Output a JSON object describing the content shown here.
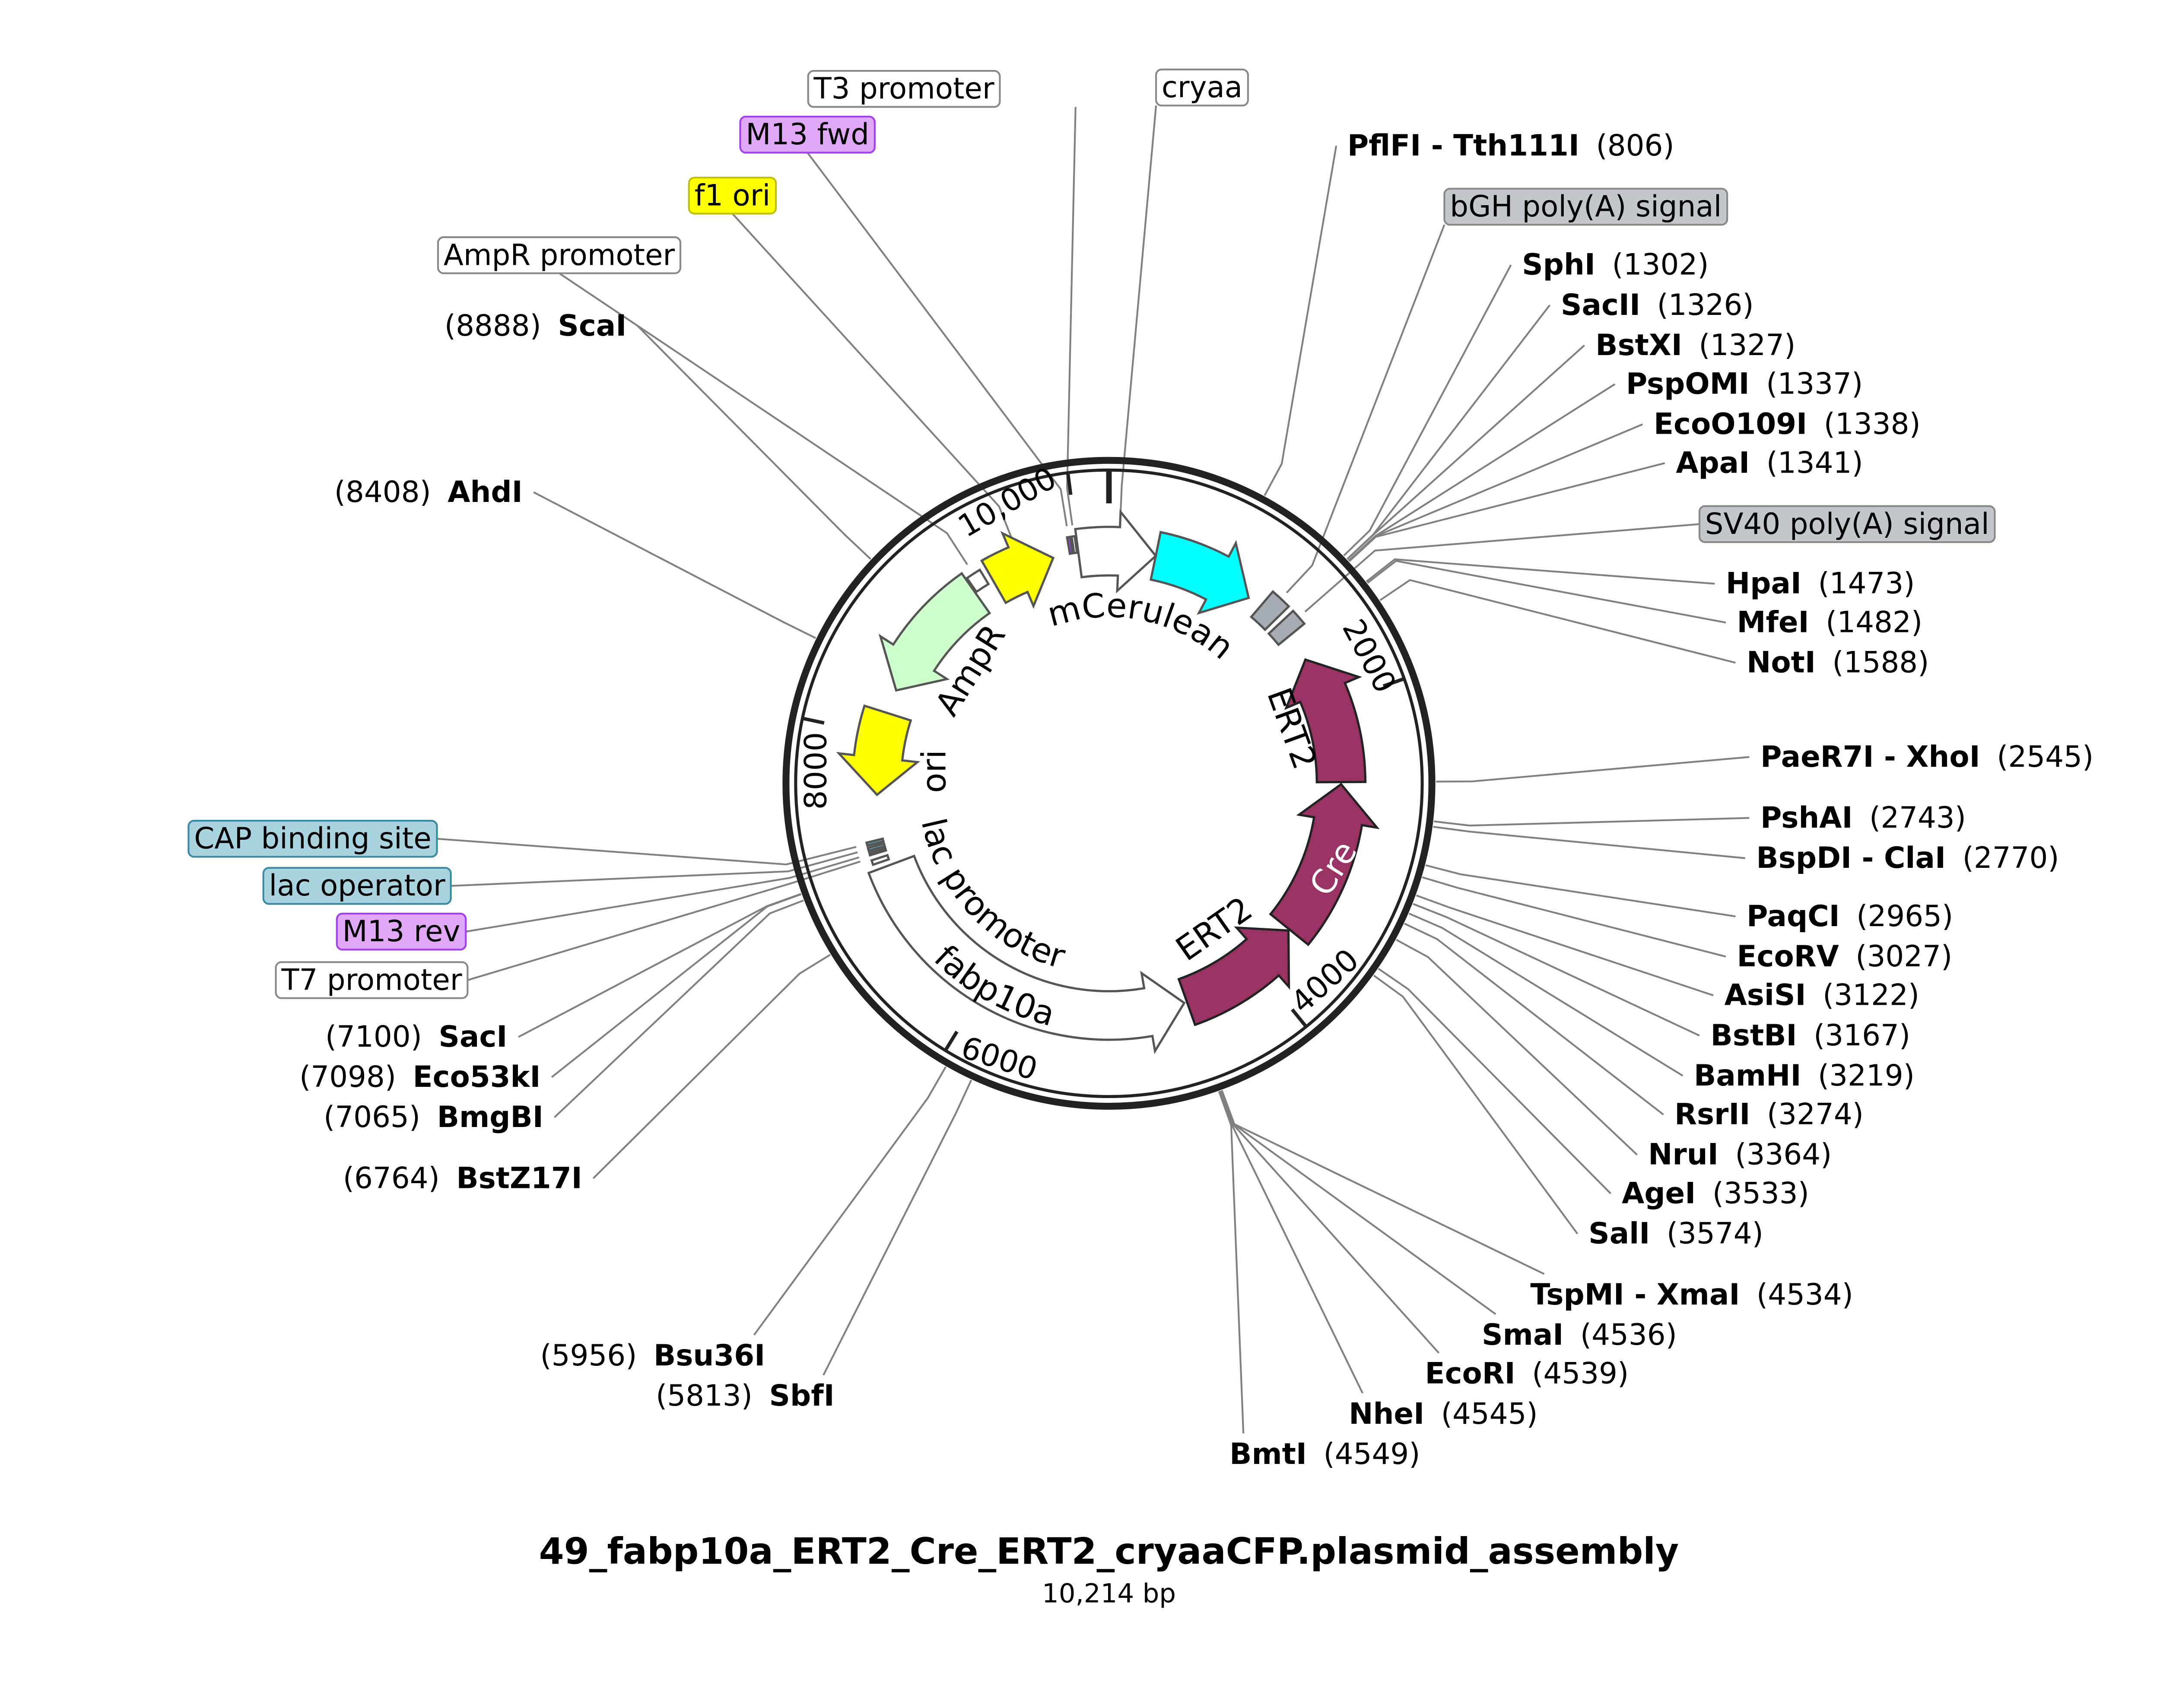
{
  "plasmid": {
    "title": "49_fabp10a_ERT2_Cre_ERT2_cryaaCFP.plasmid_assembly",
    "size_label": "10,214 bp",
    "total_bp": 10214
  },
  "ticks": [
    {
      "bp": 10000,
      "label": "10,000"
    },
    {
      "bp": 2000,
      "label": "2000"
    },
    {
      "bp": 4000,
      "label": "4000"
    },
    {
      "bp": 6000,
      "label": "6000"
    },
    {
      "bp": 8000,
      "label": "8000"
    }
  ],
  "features": [
    {
      "name": "mCerulean",
      "start": 330,
      "end": 1050,
      "direction": "forward",
      "color": "#00ffff"
    },
    {
      "name": "cryaa",
      "start": 10000,
      "end": 330,
      "direction": "forward",
      "color": "#ffffff"
    },
    {
      "name": "bGH poly(A) signal",
      "start": 1150,
      "end": 1290,
      "direction": "none",
      "color": "#a6acb3"
    },
    {
      "name": "SV40 poly(A) signal",
      "start": 1330,
      "end": 1440,
      "direction": "none",
      "color": "#a6acb3"
    },
    {
      "name": "ERT2",
      "start": 1640,
      "end": 2545,
      "direction": "reverse",
      "color": "#993366"
    },
    {
      "name": "Cre",
      "start": 2560,
      "end": 3660,
      "direction": "reverse",
      "color": "#993366"
    },
    {
      "name": "ERT2",
      "start": 3670,
      "end": 4550,
      "direction": "reverse",
      "color": "#993366"
    },
    {
      "name": "fabp10a",
      "start": 4570,
      "end": 7080,
      "direction": "reverse",
      "color": "#ffffff"
    },
    {
      "name": "lac promoter",
      "start": 7120,
      "end": 7150,
      "direction": "none",
      "color": "#ffffff"
    },
    {
      "name": "ori",
      "start": 7580,
      "end": 8160,
      "direction": "reverse",
      "color": "#ffff00"
    },
    {
      "name": "AmpR",
      "start": 8330,
      "end": 9220,
      "direction": "reverse",
      "color": "#ccffcc"
    },
    {
      "name": "AmpR promoter",
      "start": 9230,
      "end": 9330,
      "direction": "none",
      "color": "#ffffff"
    },
    {
      "name": "f1 ori",
      "start": 9370,
      "end": 9820,
      "direction": "forward",
      "color": "#ffff00"
    },
    {
      "name": "M13 fwd",
      "start": 9940,
      "end": 9960,
      "direction": "none",
      "color": "#a040f0"
    },
    {
      "name": "T3 promoter",
      "start": 9970,
      "end": 9990,
      "direction": "none",
      "color": "#ffffff"
    },
    {
      "name": "CAP binding site",
      "start": 7250,
      "end": 7270,
      "direction": "none",
      "color": "#4f9fb8"
    },
    {
      "name": "lac operator",
      "start": 7215,
      "end": 7235,
      "direction": "none",
      "color": "#4f9fb8"
    },
    {
      "name": "M13 rev",
      "start": 7185,
      "end": 7200,
      "direction": "none",
      "color": "#a040f0"
    }
  ],
  "feature_callouts": [
    {
      "name": "T3 promoter",
      "bp": 9985,
      "bg": "#ffffff",
      "border": "#888888"
    },
    {
      "name": "cryaa",
      "bp": 70,
      "bg": "#ffffff",
      "border": "#888888"
    },
    {
      "name": "M13 fwd",
      "bp": 9950,
      "bg": "#e2a8f8",
      "border": "#a040f0"
    },
    {
      "name": "f1 ori",
      "bp": 9600,
      "bg": "#ffff00",
      "border": "#c0c000"
    },
    {
      "name": "AmpR promoter",
      "bp": 9280,
      "bg": "#ffffff",
      "border": "#888888"
    },
    {
      "name": "bGH poly(A) signal",
      "bp": 1220,
      "bg": "#c3c7cc",
      "border": "#888888"
    },
    {
      "name": "SV40 poly(A) signal",
      "bp": 1385,
      "bg": "#c3c7cc",
      "border": "#888888"
    },
    {
      "name": "CAP binding site",
      "bp": 7260,
      "bg": "#a9d4df",
      "border": "#3a8aa3"
    },
    {
      "name": "lac operator",
      "bp": 7225,
      "bg": "#a9d4df",
      "border": "#3a8aa3"
    },
    {
      "name": "M13 rev",
      "bp": 7192,
      "bg": "#e2a8f8",
      "border": "#a040f0"
    },
    {
      "name": "T7 promoter",
      "bp": 7165,
      "bg": "#ffffff",
      "border": "#888888"
    }
  ],
  "sites": [
    {
      "name": "PflFI - Tth111I",
      "pos": "(806)",
      "bp": 806
    },
    {
      "name": "SphI",
      "pos": "(1302)",
      "bp": 1302
    },
    {
      "name": "SacII",
      "pos": "(1326)",
      "bp": 1326
    },
    {
      "name": "BstXI",
      "pos": "(1327)",
      "bp": 1327
    },
    {
      "name": "PspOMI",
      "pos": "(1337)",
      "bp": 1337
    },
    {
      "name": "EcoO109I",
      "pos": "(1338)",
      "bp": 1338
    },
    {
      "name": "ApaI",
      "pos": "(1341)",
      "bp": 1341
    },
    {
      "name": "HpaI",
      "pos": "(1473)",
      "bp": 1473
    },
    {
      "name": "MfeI",
      "pos": "(1482)",
      "bp": 1482
    },
    {
      "name": "NotI",
      "pos": "(1588)",
      "bp": 1588
    },
    {
      "name": "PaeR7I - XhoI",
      "pos": "(2545)",
      "bp": 2545
    },
    {
      "name": "PshAI",
      "pos": "(2743)",
      "bp": 2743
    },
    {
      "name": "BspDI - ClaI",
      "pos": "(2770)",
      "bp": 2770
    },
    {
      "name": "PaqCI",
      "pos": "(2965)",
      "bp": 2965
    },
    {
      "name": "EcoRV",
      "pos": "(3027)",
      "bp": 3027
    },
    {
      "name": "AsiSI",
      "pos": "(3122)",
      "bp": 3122
    },
    {
      "name": "BstBI",
      "pos": "(3167)",
      "bp": 3167
    },
    {
      "name": "BamHI",
      "pos": "(3219)",
      "bp": 3219
    },
    {
      "name": "RsrII",
      "pos": "(3274)",
      "bp": 3274
    },
    {
      "name": "NruI",
      "pos": "(3364)",
      "bp": 3364
    },
    {
      "name": "AgeI",
      "pos": "(3533)",
      "bp": 3533
    },
    {
      "name": "SalI",
      "pos": "(3574)",
      "bp": 3574
    },
    {
      "name": "TspMI - XmaI",
      "pos": "(4534)",
      "bp": 4534
    },
    {
      "name": "SmaI",
      "pos": "(4536)",
      "bp": 4536
    },
    {
      "name": "EcoRI",
      "pos": "(4539)",
      "bp": 4539
    },
    {
      "name": "NheI",
      "pos": "(4545)",
      "bp": 4545
    },
    {
      "name": "BmtI",
      "pos": "(4549)",
      "bp": 4549
    },
    {
      "name": "ScaI",
      "pos": "(8888)",
      "bp": 8888
    },
    {
      "name": "AhdI",
      "pos": "(8408)",
      "bp": 8408
    },
    {
      "name": "SacI",
      "pos": "(7100)",
      "bp": 7100
    },
    {
      "name": "Eco53kI",
      "pos": "(7098)",
      "bp": 7098
    },
    {
      "name": "BmgBI",
      "pos": "(7065)",
      "bp": 7065
    },
    {
      "name": "BstZ17I",
      "pos": "(6764)",
      "bp": 6764
    },
    {
      "name": "Bsu36I",
      "pos": "(5956)",
      "bp": 5956
    },
    {
      "name": "SbfI",
      "pos": "(5813)",
      "bp": 5813
    }
  ]
}
